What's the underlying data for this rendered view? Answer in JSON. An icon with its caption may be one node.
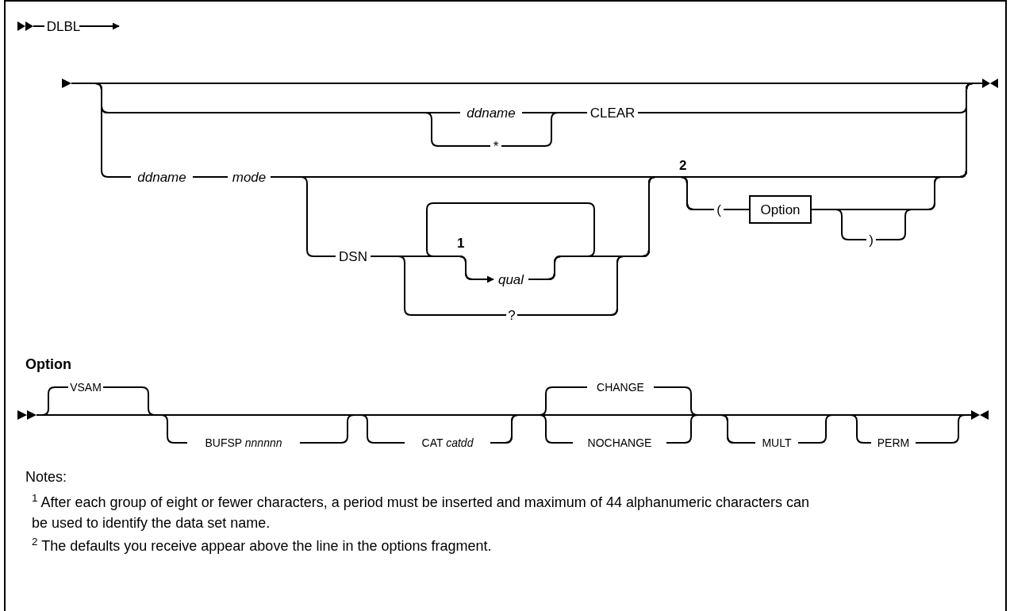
{
  "diagram": {
    "nodes": [
      {
        "text": [
          "DLBL"
        ]
      },
      {
        "text": [],
        "shape": "triangle"
      },
      {
        "text": [
          "ddname"
        ]
      },
      {
        "text": [
          "*"
        ]
      },
      {
        "text": [
          "CLEAR"
        ]
      },
      {
        "text": [
          "ddname"
        ]
      },
      {
        "text": [
          "mode"
        ]
      },
      {
        "text": [
          "DSN"
        ]
      },
      {
        "text": [
          "qual"
        ]
      },
      {
        "text": [
          "?"
        ]
      },
      {
        "text": [
          "("
        ]
      },
      {
        "text": [
          "Option"
        ]
      },
      {
        "text": [
          ")"
        ]
      },
      {
        "text": [],
        "shape": "bowtie"
      },
      {
        "text": [],
        "shape": "triangles"
      },
      {
        "text": [
          "VSAM"
        ]
      },
      {
        "text": [
          "BUFSP *nnnnnn*"
        ]
      },
      {
        "text": [
          "CAT *catdd*"
        ]
      },
      {
        "text": [
          "CHANGE"
        ]
      },
      {
        "text": [
          "NOCHANGE"
        ]
      },
      {
        "text": [
          "MULT"
        ]
      },
      {
        "text": [
          "PERM"
        ]
      },
      {
        "text": [],
        "shape": "bowtie"
      }
    ],
    "edges": [
      {
        "from": 0,
        "to": null,
        "arrow": "to"
      },
      {
        "from": 1,
        "to": 13,
        "arrow": "none"
      },
      {
        "from": 1,
        "to": 2,
        "arrow": "none"
      },
      {
        "from": 1,
        "to": 3,
        "arrow": "none"
      },
      {
        "from": 2,
        "to": 4,
        "arrow": "none"
      },
      {
        "from": 3,
        "to": 4,
        "arrow": "none"
      },
      {
        "from": 4,
        "to": 13,
        "arrow": "none"
      },
      {
        "from": 1,
        "to": 5,
        "arrow": "none"
      },
      {
        "from": 5,
        "to": 6,
        "arrow": "none"
      },
      {
        "from": 6,
        "to": 13,
        "arrow": "none"
      },
      {
        "from": 6,
        "to": 7,
        "arrow": "none"
      },
      {
        "from": 6,
        "to": 10,
        "arrow": "none"
      },
      {
        "from": 7,
        "to": 8,
        "arrow": "none"
      },
      {
        "from": 7,
        "to": 9,
        "arrow": "none"
      },
      {
        "from": 8,
        "to": 8,
        "arrow": "to"
      },
      {
        "from": 8,
        "to": 13,
        "arrow": "none"
      },
      {
        "from": 9,
        "to": 13,
        "arrow": "none"
      },
      {
        "from": 8,
        "to": 10,
        "arrow": "none"
      },
      {
        "from": 9,
        "to": 10,
        "arrow": "none"
      },
      {
        "from": 10,
        "to": 11,
        "arrow": "none"
      },
      {
        "from": 11,
        "to": 12,
        "arrow": "none"
      },
      {
        "from": 11,
        "to": 13,
        "arrow": "none"
      },
      {
        "from": 12,
        "to": 13,
        "arrow": "none"
      },
      {
        "from": 14,
        "to": 22,
        "arrow": "none"
      },
      {
        "from": 14,
        "to": 15,
        "arrow": "none"
      },
      {
        "from": 15,
        "to": 16,
        "arrow": "none"
      },
      {
        "from": 16,
        "to": 17,
        "arrow": "none"
      },
      {
        "from": 17,
        "to": 18,
        "arrow": "none"
      },
      {
        "from": 17,
        "to": 19,
        "arrow": "none"
      },
      {
        "from": 18,
        "to": 20,
        "arrow": "none"
      },
      {
        "from": 19,
        "to": 20,
        "arrow": "none"
      },
      {
        "from": 20,
        "to": 21,
        "arrow": "none"
      },
      {
        "from": 21,
        "to": 22,
        "arrow": "none"
      }
    ],
    "labels": [
      "1",
      "2",
      "Option",
      "Notes:",
      "$^{1}$ After each group of eight or fewer characters, a period must be inserted and maximum of 44 alphanumeric characters can be used to identify the data set name.",
      "$^{2}$ The defaults you receive appear above the line in the options fragment."
    ]
  }
}
